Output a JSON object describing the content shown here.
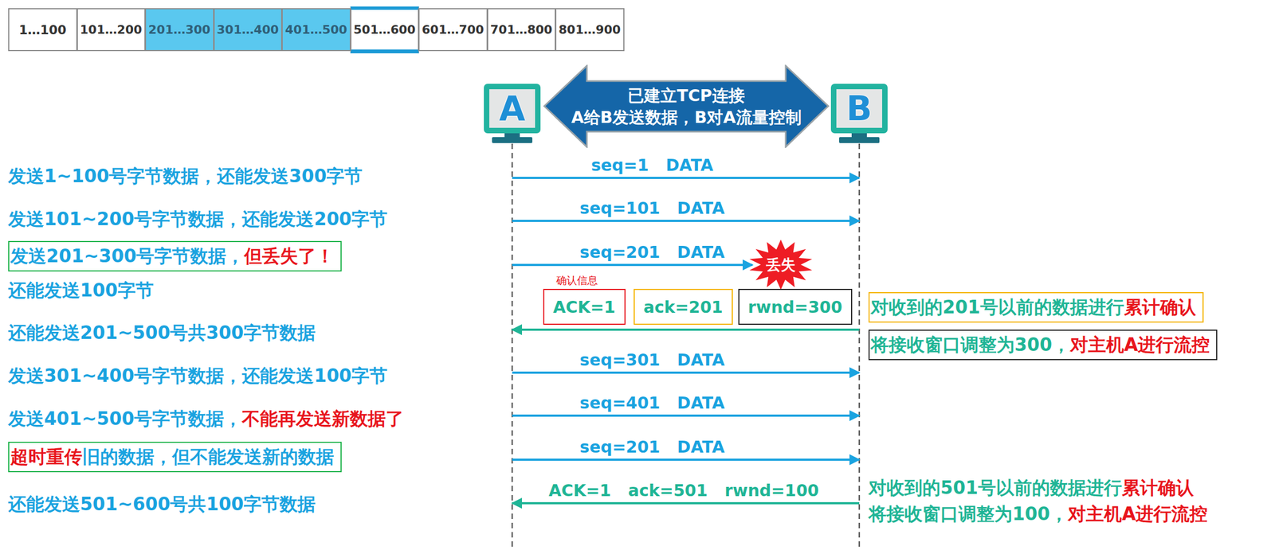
{
  "diagram": {
    "nodes": [
      {
        "text": [
          "1…100"
        ]
      },
      {
        "text": [
          "101…200"
        ]
      },
      {
        "text": [
          "201…300"
        ]
      },
      {
        "text": [
          "301…400"
        ]
      },
      {
        "text": [
          "401…500"
        ]
      },
      {
        "text": [
          "501…600"
        ]
      },
      {
        "text": [
          "601…700"
        ]
      },
      {
        "text": [
          "701…800"
        ]
      },
      {
        "text": [
          "801…900"
        ]
      },
      {
        "text": [
          "A"
        ]
      },
      {
        "text": [
          "已建立TCP连接",
          "A给B发送数据，B对A流量控制"
        ]
      },
      {
        "text": [
          "B"
        ]
      },
      {
        "text": [
          "发送201~300号字节数据，",
          "但丢失了！"
        ]
      },
      {
        "text": [
          "丢失"
        ]
      },
      {
        "text": [
          "确认信息",
          "ACK=1"
        ]
      },
      {
        "text": [
          "ack=201"
        ]
      },
      {
        "text": [
          "rwnd=300"
        ]
      },
      {
        "text": [
          "对收到的201号以前的数据进行",
          "累计确认"
        ]
      },
      {
        "text": [
          "将接收窗口调整为300，",
          "对主机A进行流控"
        ]
      },
      {
        "text": [
          "超时重传",
          "旧的数据，但不能发送新的数据"
        ]
      }
    ],
    "edges": [
      {
        "from": 9,
        "to": 11,
        "arrow": "to",
        "label": "seq=1   DATA"
      },
      {
        "from": 9,
        "to": 11,
        "arrow": "to",
        "label": "seq=101   DATA"
      },
      {
        "from": 9,
        "to": 13,
        "arrow": "to",
        "label": "seq=201   DATA"
      },
      {
        "from": 11,
        "to": 9,
        "arrow": "to"
      },
      {
        "from": 9,
        "to": 11,
        "arrow": "to",
        "label": "seq=301   DATA"
      },
      {
        "from": 9,
        "to": 11,
        "arrow": "to",
        "label": "seq=401   DATA"
      },
      {
        "from": 9,
        "to": 11,
        "arrow": "to",
        "label": "seq=201   DATA"
      },
      {
        "from": 11,
        "to": 9,
        "arrow": "to",
        "label": "ACK=1   ack=501   rwnd=100"
      }
    ],
    "labels": [
      "发送1~100号字节数据，还能发送300字节",
      "发送101~200号字节数据，还能发送200字节",
      "还能发送100字节",
      "还能发送201~500号共300字节数据",
      "发送301~400号字节数据，还能发送100字节",
      "发送401~500号字节数据，",
      "不能再发送新数据了",
      "还能发送501~600号共100字节数据",
      "对收到的501号以前的数据进行",
      "累计确认",
      "将接收窗口调整为100，",
      "对主机A进行流控"
    ]
  }
}
